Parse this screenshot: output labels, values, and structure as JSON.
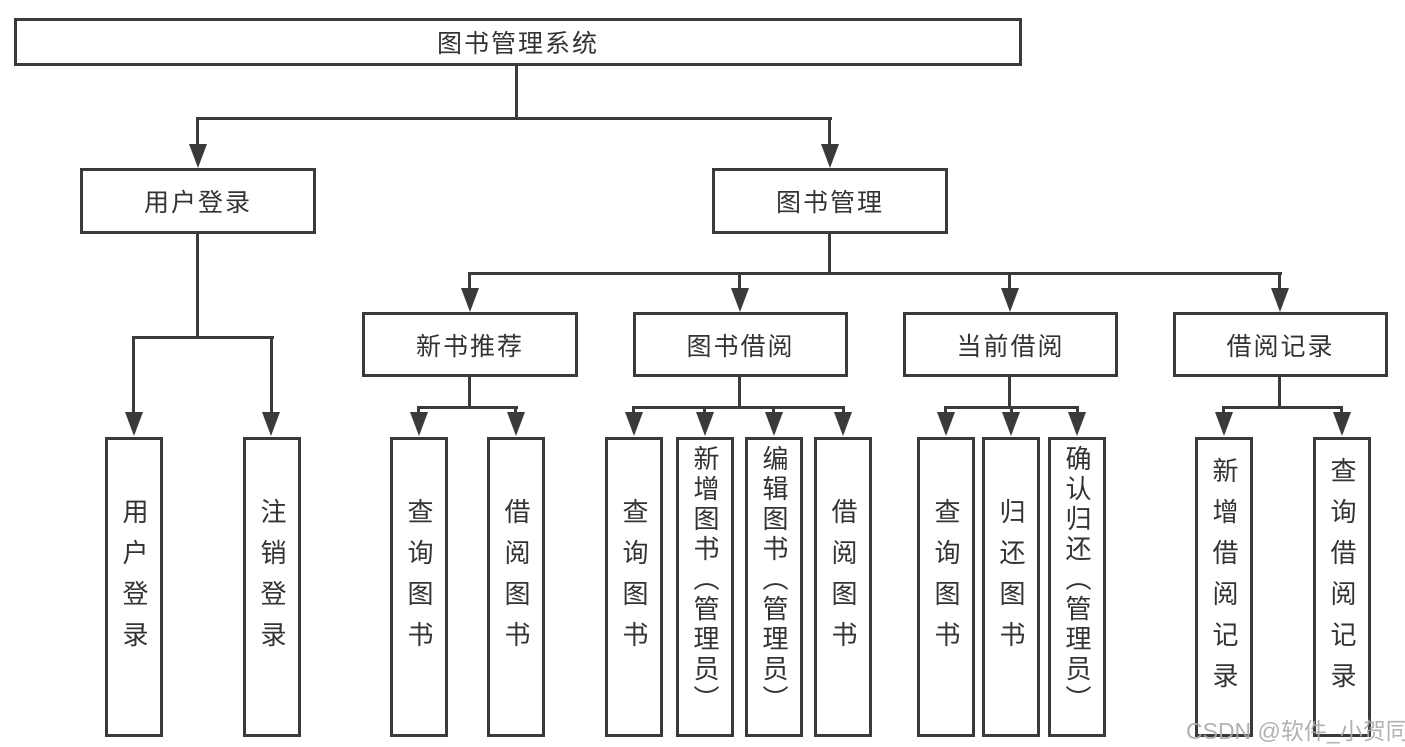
{
  "diagram": {
    "root": "图书管理系统",
    "user": {
      "label": "用户登录",
      "children": [
        "用户登录",
        "注销登录"
      ]
    },
    "mgmt": {
      "label": "图书管理",
      "groups": [
        {
          "label": "新书推荐",
          "children": [
            "查询图书",
            "借阅图书"
          ]
        },
        {
          "label": "图书借阅",
          "children": [
            "查询图书",
            "新增图书（管理员）",
            "编辑图书（管理员）",
            "借阅图书"
          ]
        },
        {
          "label": "当前借阅",
          "children": [
            "查询图书",
            "归还图书",
            "确认归还（管理员）"
          ]
        },
        {
          "label": "借阅记录",
          "children": [
            "新增借阅记录",
            "查询借阅记录"
          ]
        }
      ]
    }
  },
  "watermark": "CSDN @软件_小贺同学",
  "colors": {
    "line": "#3a3a3a",
    "text": "#333333",
    "watermark": "#aaaaaa"
  }
}
